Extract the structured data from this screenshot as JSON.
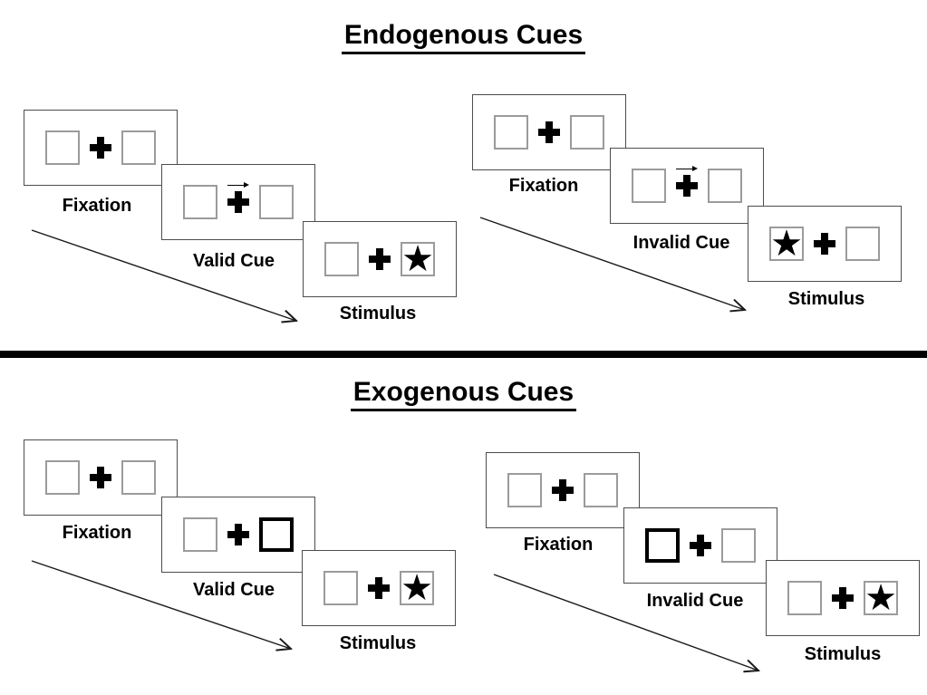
{
  "titles": {
    "endogenous": "Endogenous Cues",
    "exogenous": "Exogenous Cues"
  },
  "symbols": {
    "star": "★"
  },
  "panels": [
    {
      "name": "endogenous-valid",
      "labels": [
        "Fixation",
        "Valid Cue",
        "Stimulus"
      ],
      "cue_type": "central-arrow-right",
      "stimulus_side": "right"
    },
    {
      "name": "endogenous-invalid",
      "labels": [
        "Fixation",
        "Invalid Cue",
        "Stimulus"
      ],
      "cue_type": "central-arrow-right",
      "stimulus_side": "left"
    },
    {
      "name": "exogenous-valid",
      "labels": [
        "Fixation",
        "Valid Cue",
        "Stimulus"
      ],
      "cue_type": "peripheral-box-right",
      "stimulus_side": "right"
    },
    {
      "name": "exogenous-invalid",
      "labels": [
        "Fixation",
        "Invalid Cue",
        "Stimulus"
      ],
      "cue_type": "peripheral-box-left",
      "stimulus_side": "right"
    }
  ],
  "colors": {
    "background": "#ffffff",
    "frame_border": "#4d4d4d",
    "square_border": "#9b9b9b",
    "cue_square_border": "#000000",
    "ink": "#000000"
  }
}
